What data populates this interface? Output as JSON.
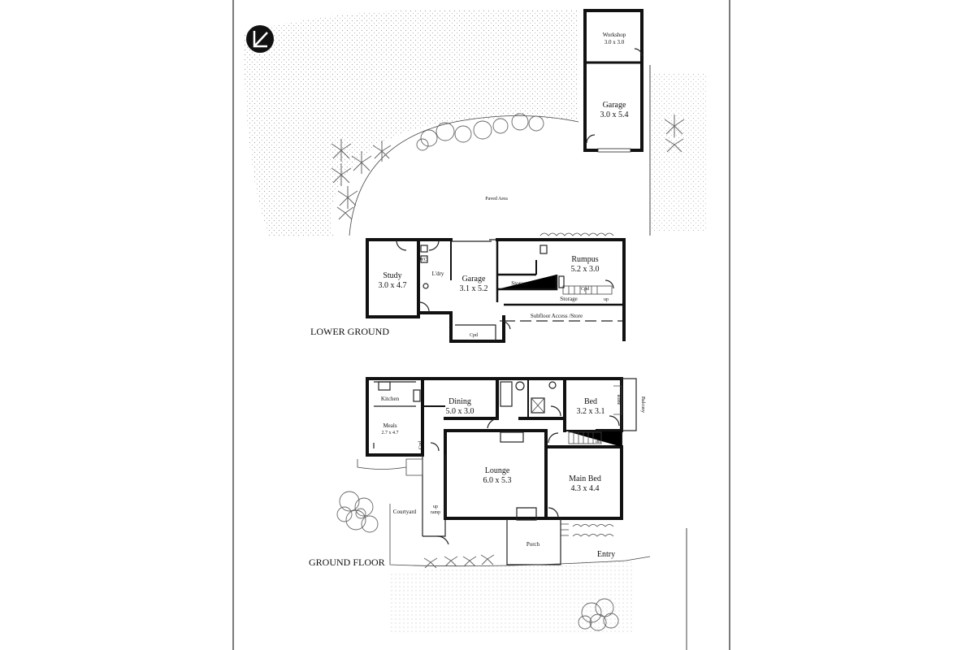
{
  "logo": {
    "icon": "agency-logo-icon"
  },
  "outbuilding": {
    "workshop": {
      "name": "Workshop",
      "dims": "3.0 x 3.0"
    },
    "garage": {
      "name": "Garage",
      "dims": "3.0 x 5.4"
    }
  },
  "site": {
    "paved_area": "Paved Area",
    "courtyard": "Courtyard",
    "porch": "Porch",
    "entry": "Entry"
  },
  "lower_ground": {
    "title": "LOWER GROUND",
    "study": {
      "name": "Study",
      "dims": "3.0 x 4.7"
    },
    "ldry": "L'dry",
    "garage": {
      "name": "Garage",
      "dims": "3.1 x 5.2"
    },
    "rumpus": {
      "name": "Rumpus",
      "dims": "5.2 x 3.0"
    },
    "storage_1": "Storage",
    "storage_2": "Storage",
    "subfloor": "Subfloor Access /Store",
    "cpd": "Cpd",
    "cpd_2": "Cpd",
    "up": "up",
    "wc": "WC"
  },
  "ground_floor": {
    "title": "GROUND FLOOR",
    "kitchen": "Kitchen",
    "meals": {
      "name": "Meals",
      "dims": "2.7 x 4.7"
    },
    "dining": {
      "name": "Dining",
      "dims": "5.0 x 3.0"
    },
    "bed": {
      "name": "Bed",
      "dims": "3.2 x 3.1"
    },
    "balcony": "Balcony",
    "robe": "Robe",
    "lounge": {
      "name": "Lounge",
      "dims": "6.0 x 5.3"
    },
    "main_bed": {
      "name": "Main Bed",
      "dims": "4.3 x 4.4"
    },
    "cpd": "Cpd",
    "dn": "dn",
    "up_ramp_1": "up",
    "up_ramp_2": "ramp"
  }
}
